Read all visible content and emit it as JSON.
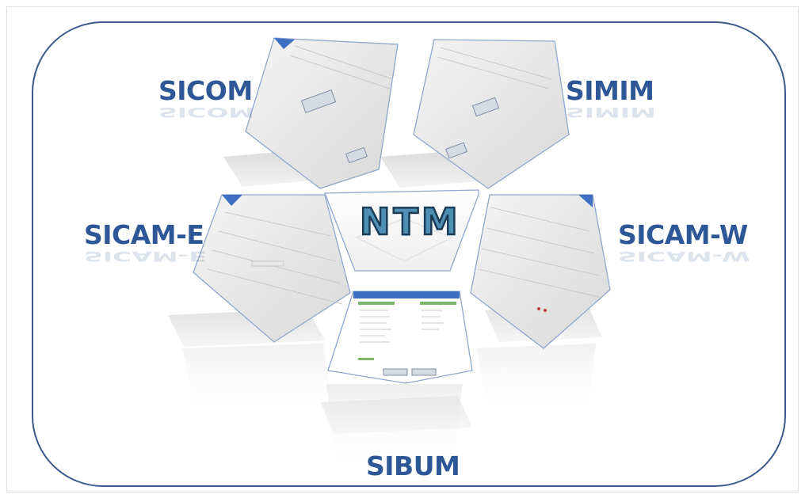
{
  "diagram": {
    "center_label": "NTM",
    "nodes": [
      {
        "id": "sicom",
        "label": "SICOM"
      },
      {
        "id": "simim",
        "label": "SIMIM"
      },
      {
        "id": "sicam-e",
        "label": "SICAM-E"
      },
      {
        "id": "sicam-w",
        "label": "SICAM-W"
      },
      {
        "id": "sibum",
        "label": "SIBUM"
      }
    ]
  },
  "colors": {
    "label": "#2d5797",
    "border": "#3a5a8c",
    "center_fill": "#4f8fb3",
    "accent_blue": "#3f6fc2",
    "accent_green": "#7fb56a"
  }
}
